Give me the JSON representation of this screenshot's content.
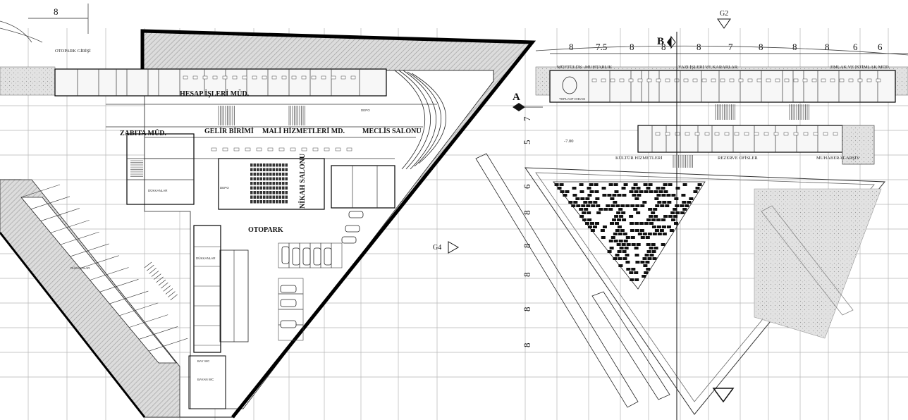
{
  "labels": {
    "otopark_girisi": "OTOPARK GİRİŞİ",
    "hesap_isleri": "HESAP İŞLERİ MÜD.",
    "zabita": "ZABITA MÜD.",
    "gelir_birimi": "GELİR BİRİMİ",
    "mali_hizmetler": "MALİ HİZMETLERİ MD.",
    "meclis_salonu": "MECLİS SALONU",
    "nikah_salonu": "NİKAH SALONU",
    "otopark": "OTOPARK",
    "dukkanlar": "DÜKKANLAR",
    "mufuluk": "MÜFTÜLÜK -MUHTARLIK",
    "yazi_isleri": "YAZI İŞLERİ VE KARARLAR",
    "emlak": "EMLAK VE İSTİMLAK MÜD.",
    "kultur": "KÜLTÜR HİZMETLERİ",
    "rezerve": "REZERVE OFİSLER",
    "muhaberat": "MUHABERAT-ARŞİV",
    "toplanti_odasi": "TOPLANTI ODASI",
    "depo": "DEPO",
    "bay_wc": "BAY WC",
    "bayan_wc": "BAYAN WC",
    "level": "-7.00"
  },
  "markers": {
    "g2": "G2",
    "g4": "G4",
    "a": "A",
    "b": "B"
  },
  "dims": {
    "top_left": "8",
    "top_right": [
      "8",
      "7.5",
      "8",
      "8",
      "8",
      "7",
      "8",
      "8",
      "8",
      "6",
      "6"
    ],
    "side": [
      "7",
      "5",
      "6",
      "8",
      "8",
      "8",
      "8",
      "8"
    ]
  }
}
